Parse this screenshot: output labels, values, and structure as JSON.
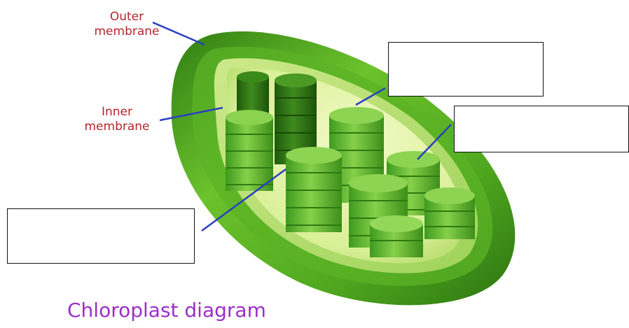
{
  "labels": {
    "outer_membrane": [
      "Outer",
      "membrane"
    ],
    "inner_membrane": [
      "Inner",
      "membrane"
    ]
  },
  "caption": "Chloroplast diagram",
  "blank_boxes": [
    {
      "text": ""
    },
    {
      "text": ""
    },
    {
      "text": ""
    }
  ],
  "colors": {
    "label": "#b2282d",
    "caption": "#9b2fc6",
    "pointer_line": "#2a3fbf",
    "outer_green": "#3f9d1f",
    "stroma": "#e6f5a8",
    "grana": "#6fc33b"
  }
}
